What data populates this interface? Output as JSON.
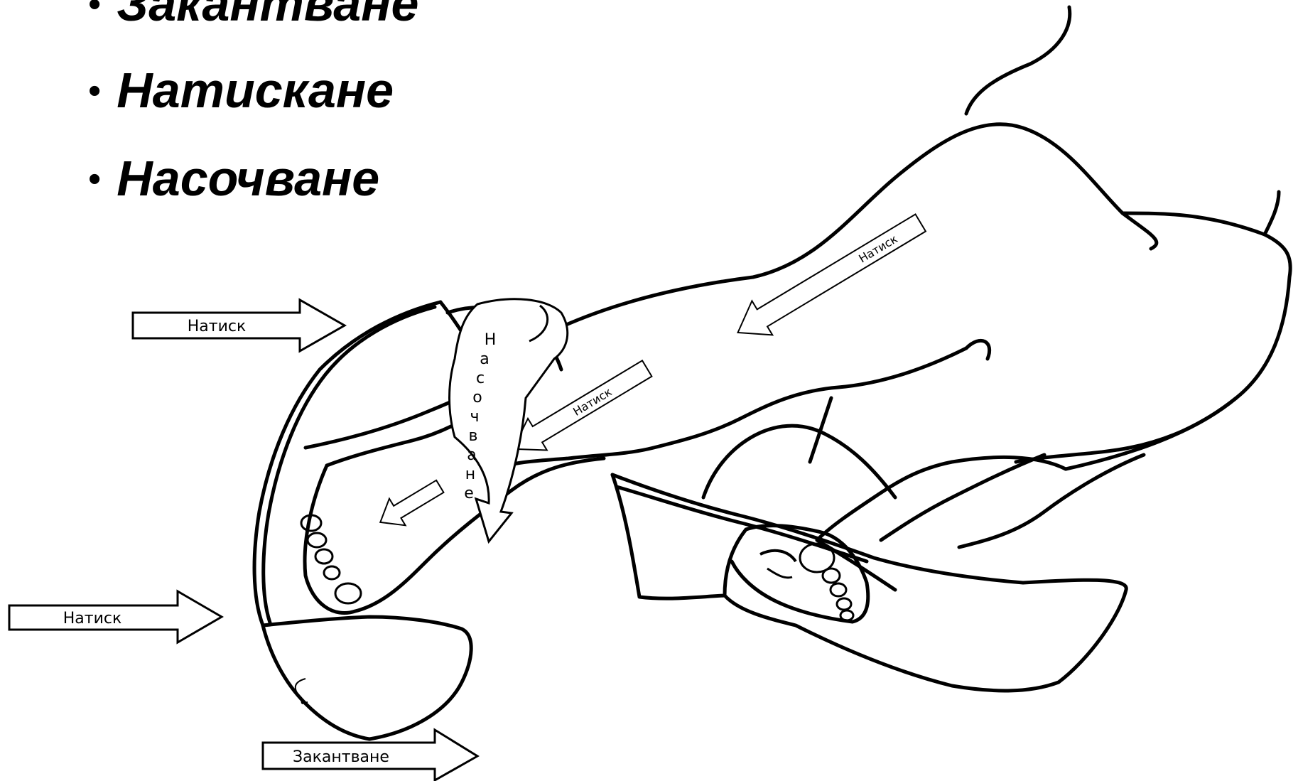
{
  "bullets": [
    {
      "id": "zakantvane",
      "text": "Закантване"
    },
    {
      "id": "natiskane",
      "text": "Натискане"
    },
    {
      "id": "nasochvane",
      "text": "Насочване"
    }
  ],
  "diagram": {
    "arrow_labels": {
      "natisk_top": "Натиск",
      "natisk_left": "Натиск",
      "zakantvane": "Закантване",
      "natisk_thigh": "Натиск",
      "natisk_shin": "Натиск"
    },
    "curved_arrow_letters": [
      "Н",
      "а",
      "с",
      "о",
      "ч",
      "в",
      "а",
      "н",
      "е"
    ]
  },
  "colors": {
    "line": "#000000",
    "background": "#ffffff"
  }
}
